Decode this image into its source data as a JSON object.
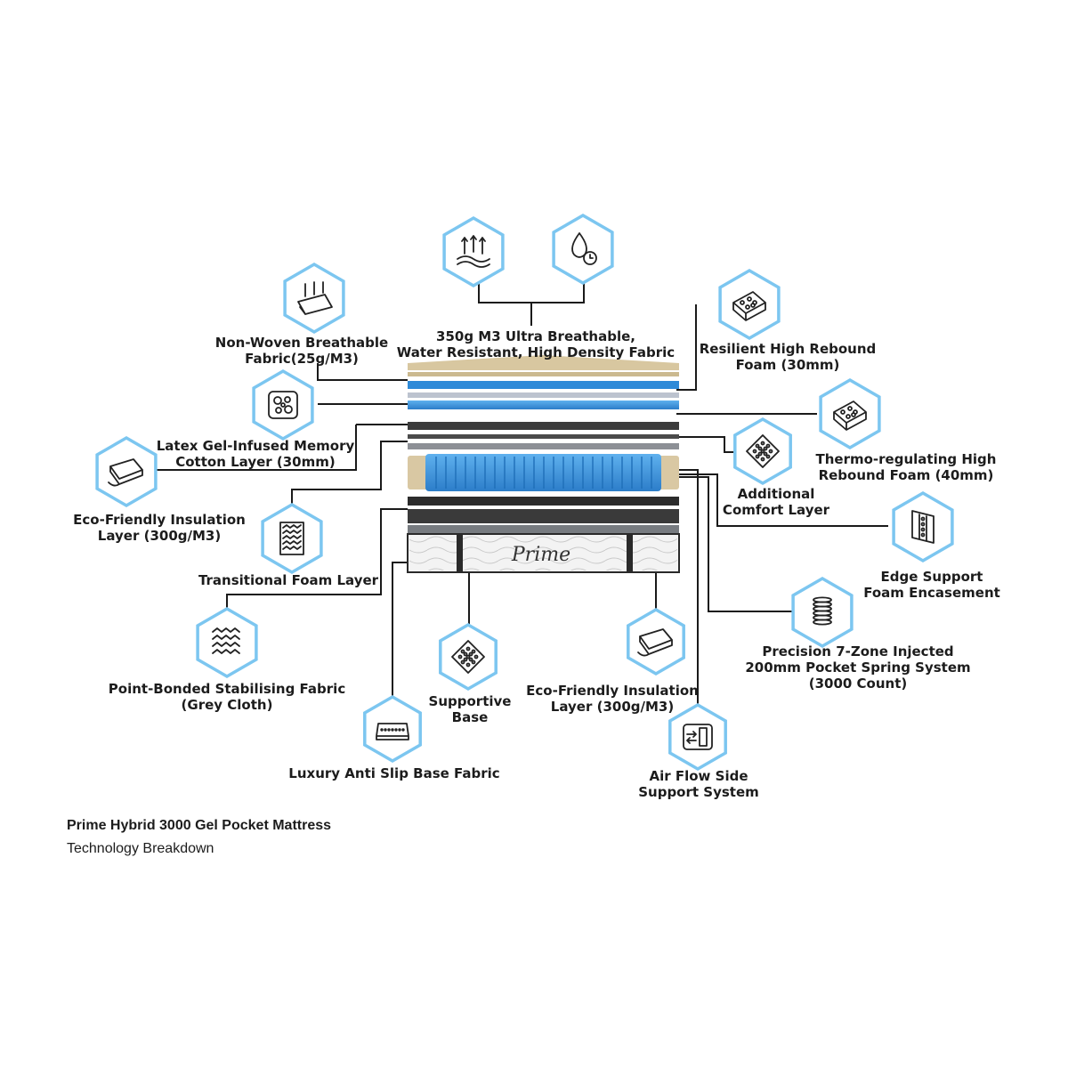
{
  "caption": {
    "title": "Prime Hybrid 3000 Gel Pocket Mattress",
    "subtitle": "Technology Breakdown"
  },
  "mattress": {
    "brand": "Prime"
  },
  "colors": {
    "hex_outline": "#7cc6f0",
    "icon_stroke": "#222222",
    "connector": "#1a1a1a",
    "foam_blue": "#3a8fd9",
    "sand": "#d9c8a3"
  },
  "components": {
    "top_fabric": {
      "lines": [
        "350g M3 Ultra Breathable,",
        "Water Resistant, High Density Fabric"
      ],
      "icons": [
        "breathable-icon",
        "water-drop-icon"
      ]
    },
    "non_woven": {
      "lines": [
        "Non-Woven Breathable",
        "Fabric(25g/M3)"
      ],
      "icon": "fabric-layer-icon"
    },
    "latex_gel": {
      "lines": [
        "Latex Gel-Infused Memory",
        "Cotton Layer (30mm)"
      ],
      "icon": "foam-cells-icon"
    },
    "eco_left": {
      "lines": [
        "Eco-Friendly Insulation",
        "Layer (300g/M3)"
      ],
      "icon": "insulation-icon"
    },
    "transitional": {
      "lines": [
        "Transitional Foam Layer"
      ],
      "icon": "wave-foam-icon"
    },
    "point_bonded": {
      "lines": [
        "Point-Bonded Stabilising Fabric",
        "(Grey Cloth)"
      ],
      "icon": "zigzag-fabric-icon"
    },
    "supportive_base": {
      "lines": [
        "Supportive",
        "Base"
      ],
      "icon": "dot-grid-icon"
    },
    "anti_slip": {
      "lines": [
        "Luxury Anti Slip Base Fabric"
      ],
      "icon": "base-pad-icon"
    },
    "eco_bottom": {
      "lines": [
        "Eco-Friendly Insulation",
        "Layer (300g/M3)"
      ],
      "icon": "insulation-icon"
    },
    "air_flow": {
      "lines": [
        "Air Flow Side",
        "Support System"
      ],
      "icon": "air-vent-icon"
    },
    "resilient": {
      "lines": [
        "Resilient High Rebound",
        "Foam (30mm)"
      ],
      "icon": "rebound-foam-icon"
    },
    "thermo": {
      "lines": [
        "Thermo-regulating High",
        "Rebound Foam (40mm)"
      ],
      "icon": "rebound-foam-icon"
    },
    "comfort": {
      "lines": [
        "Additional",
        "Comfort Layer"
      ],
      "icon": "dot-grid-icon"
    },
    "edge": {
      "lines": [
        "Edge Support",
        "Foam Encasement"
      ],
      "icon": "edge-foam-icon"
    },
    "spring": {
      "lines": [
        "Precision 7-Zone Injected",
        "200mm Pocket Spring System",
        "(3000 Count)"
      ],
      "icon": "coil-spring-icon"
    }
  }
}
